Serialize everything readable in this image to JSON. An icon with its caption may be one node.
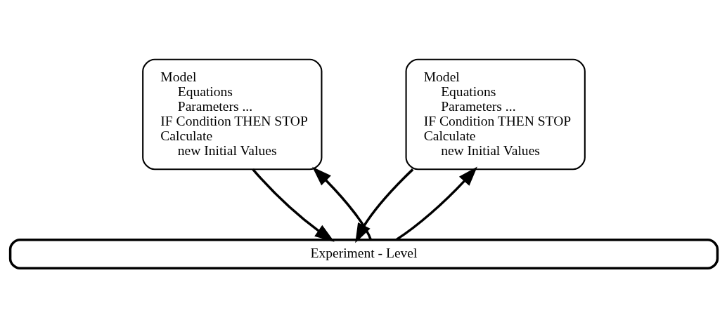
{
  "diagram": {
    "nodes": [
      {
        "text": [
          "Model",
          "Equations",
          "Parameters ...",
          "IF Condition THEN STOP",
          "Calculate",
          "new Initial Values"
        ]
      },
      {
        "text": [
          "Model",
          "Equations",
          "Parameters ...",
          "IF Condition THEN STOP",
          "Calculate",
          "new Initial Values"
        ]
      },
      {
        "text": [
          "Experiment - Level"
        ]
      }
    ],
    "edges": [
      {
        "from": 2,
        "to": 0,
        "arrow": "to"
      },
      {
        "from": 0,
        "to": 2,
        "arrow": "to"
      },
      {
        "from": 2,
        "to": 1,
        "arrow": "to"
      },
      {
        "from": 1,
        "to": 2,
        "arrow": "to"
      }
    ]
  }
}
